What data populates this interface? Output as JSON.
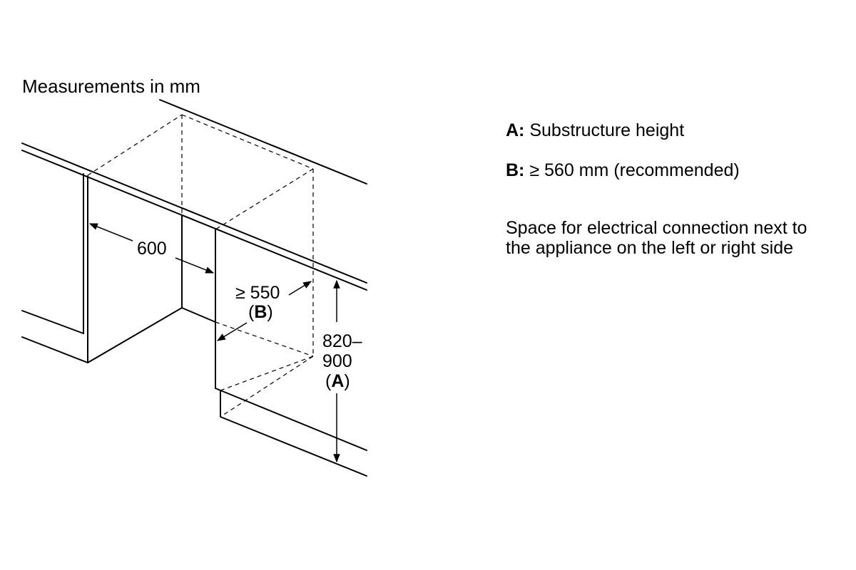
{
  "title": "Measurements in mm",
  "labels": {
    "width": "600",
    "depth_value": "≥ 550",
    "depth_open": "(",
    "depth_letter": "B",
    "depth_close": ")",
    "height_line1": "820–",
    "height_line2": "900",
    "height_open": "(",
    "height_letter": "A",
    "height_close": ")"
  },
  "legend": {
    "a_key": "A:",
    "a_text": "Substructure height",
    "b_key": "B:",
    "b_text": "≥ 560 mm (recommended)"
  },
  "note": {
    "line1": "Space for electrical connection next to",
    "line2": "the appliance on the left or right side"
  }
}
